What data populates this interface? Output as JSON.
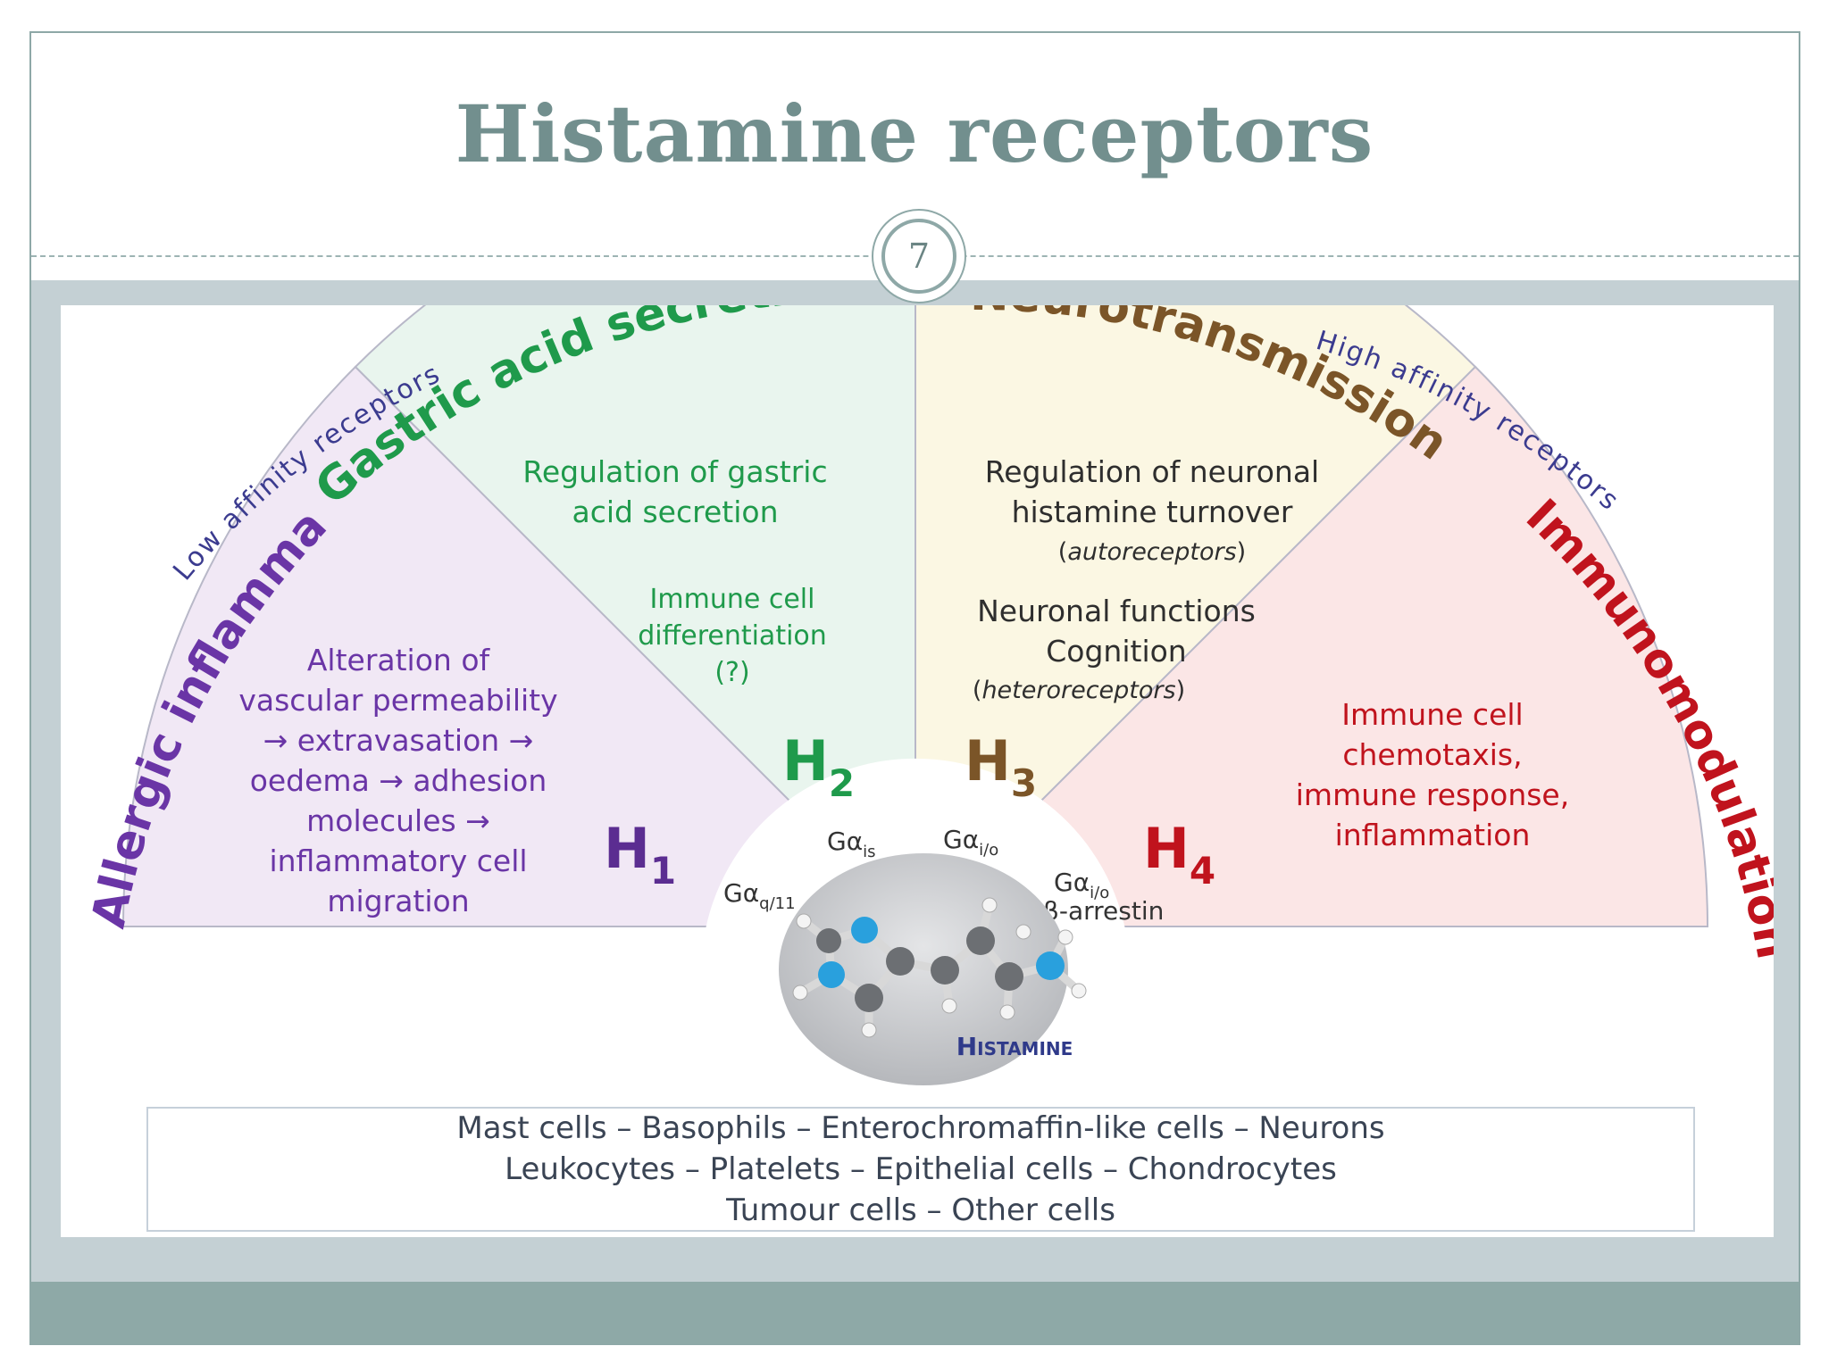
{
  "slide": {
    "title": "Histamine receptors",
    "page_number": "7"
  },
  "diagram": {
    "arcs": {
      "low_affinity": "Low affinity receptors",
      "high_affinity": "High affinity receptors",
      "allergic": "Allergic inflammation",
      "gastric": "Gastric acid secretion",
      "neuro": "Neurotransmission",
      "immuno": "Immunomodulation"
    },
    "h1": {
      "label": "H",
      "sub": "1",
      "description": [
        "Alteration of",
        "vascular permeability",
        "→ extravasation →",
        "oedema → adhesion",
        "molecules →",
        "inflammatory cell",
        "migration"
      ]
    },
    "h2": {
      "label": "H",
      "sub": "2",
      "regulation": [
        "Regulation of gastric",
        "acid secretion"
      ],
      "immune": [
        "Immune cell",
        "differentiation",
        "(?)"
      ]
    },
    "h3": {
      "label": "H",
      "sub": "3",
      "regulation": [
        "Regulation of neuronal",
        "histamine turnover"
      ],
      "auto": "autoreceptors",
      "functions": [
        "Neuronal functions",
        "Cognition"
      ],
      "hetero": "heteroreceptors"
    },
    "h4": {
      "label": "H",
      "sub": "4",
      "description": [
        "Immune cell",
        "chemotaxis,",
        "immune response,",
        "inflammation"
      ]
    },
    "g_proteins": {
      "h1": {
        "main": "Gα",
        "sub": "q/11"
      },
      "h2": {
        "main": "Gα",
        "sub": "is"
      },
      "h3": {
        "main": "Gα",
        "sub": "i/o"
      },
      "h4": {
        "main": "Gα",
        "sub": "i/o",
        "extra": "β-arrestin"
      }
    },
    "molecule_label": "Histamine"
  },
  "cells": {
    "lines": [
      "Mast cells – Basophils – Enterochromaffin-like cells – Neurons",
      "Leukocytes – Platelets – Epithelial cells – Chondrocytes",
      "Tumour cells – Other cells"
    ]
  },
  "colors": {
    "title": "#728f8e",
    "h1": "#5b2d91",
    "h2": "#1f9a4b",
    "h3": "#7b5528",
    "h4": "#c0131d",
    "affinity": "#3b3b8f"
  }
}
